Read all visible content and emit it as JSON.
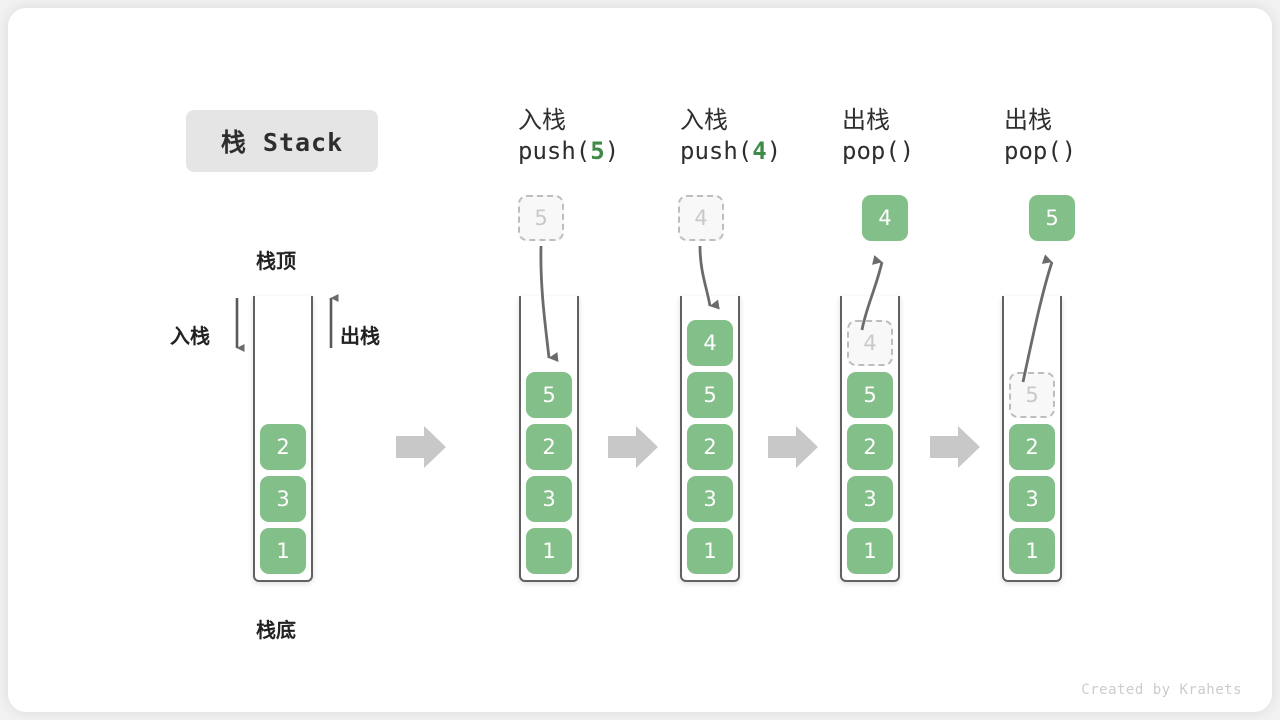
{
  "figure": {
    "title_cn": "栈",
    "title_en": "Stack",
    "title_label": "栈 Stack",
    "watermark": "Created by Krahets",
    "accent_green": "#83bf88",
    "arg_green": "#3e8a46",
    "ghost_gray": "#c9c9c9",
    "tube_border": "#616161",
    "flow_arrow_gray": "#c8c8c8",
    "pill_bg": "#e5e5e5"
  },
  "legend": {
    "top_label": "栈顶",
    "bottom_label": "栈底",
    "push_label": "入栈",
    "pop_label": "出栈"
  },
  "stages": [
    {
      "id": "initial",
      "header_cn": "",
      "header_code": "",
      "stack": [
        "2",
        "3",
        "1"
      ],
      "ghost": null,
      "floating": null,
      "operation": "initial"
    },
    {
      "id": "push-5",
      "header_cn": "入栈",
      "header_code_prefix": "push(",
      "header_code_arg": "5",
      "header_code_suffix": ")",
      "header_code": "push(5)",
      "stack": [
        "5",
        "2",
        "3",
        "1"
      ],
      "ghost": {
        "value": "5",
        "slot": -1
      },
      "floating": null,
      "operation": "push"
    },
    {
      "id": "push-4",
      "header_cn": "入栈",
      "header_code_prefix": "push(",
      "header_code_arg": "4",
      "header_code_suffix": ")",
      "header_code": "push(4)",
      "stack": [
        "4",
        "5",
        "2",
        "3",
        "1"
      ],
      "ghost": {
        "value": "4",
        "slot": -1
      },
      "floating": null,
      "operation": "push"
    },
    {
      "id": "pop-4",
      "header_cn": "出栈",
      "header_code_prefix": "pop(",
      "header_code_arg": "",
      "header_code_suffix": ")",
      "header_code": "pop()",
      "stack": [
        "5",
        "2",
        "3",
        "1"
      ],
      "ghost": {
        "value": "4",
        "slot": 0
      },
      "floating": {
        "value": "4"
      },
      "operation": "pop"
    },
    {
      "id": "pop-5",
      "header_cn": "出栈",
      "header_code_prefix": "pop(",
      "header_code_arg": "",
      "header_code_suffix": ")",
      "header_code": "pop()",
      "stack": [
        "2",
        "3",
        "1"
      ],
      "ghost": {
        "value": "5",
        "slot": 0
      },
      "floating": {
        "value": "5"
      },
      "operation": "pop"
    }
  ],
  "flow_arrows": [
    {
      "id": "flow-1"
    },
    {
      "id": "flow-2"
    },
    {
      "id": "flow-3"
    },
    {
      "id": "flow-4"
    }
  ]
}
